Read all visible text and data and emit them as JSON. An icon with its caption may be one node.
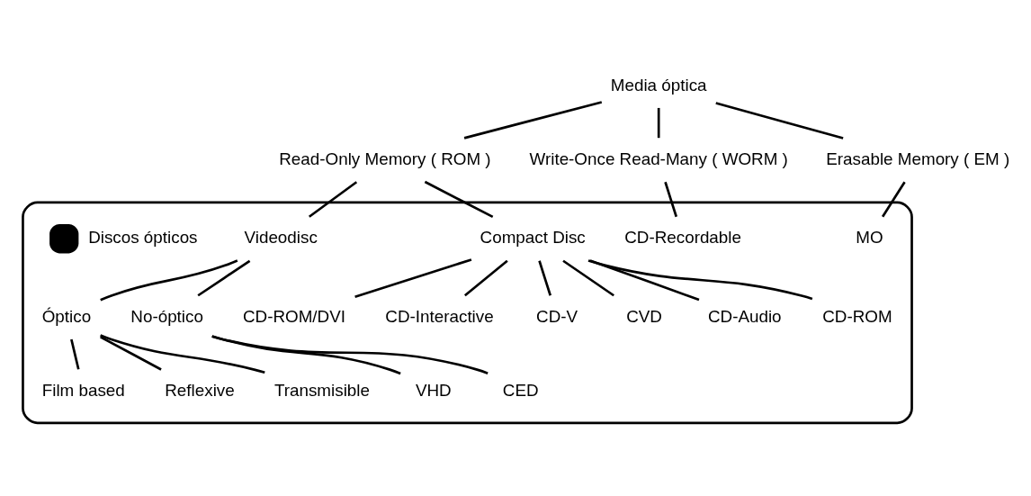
{
  "diagram": {
    "nodes": [
      {
        "text": [
          "Media óptica"
        ]
      },
      {
        "text": [
          "Read-Only Memory ( ROM )"
        ]
      },
      {
        "text": [
          "Write-Once Read-Many ( WORM )"
        ]
      },
      {
        "text": [
          "Erasable Memory ( EM )"
        ]
      },
      {
        "text": [],
        "shape": "box"
      },
      {
        "text": [
          "Videodisc"
        ],
        "in": 4
      },
      {
        "text": [
          "Compact Disc"
        ],
        "in": 4
      },
      {
        "text": [
          "CD-Recordable"
        ],
        "in": 4
      },
      {
        "text": [
          "MO"
        ],
        "in": 4
      },
      {
        "text": [
          "Óptico"
        ],
        "in": 4
      },
      {
        "text": [
          "No-óptico"
        ],
        "in": 4
      },
      {
        "text": [
          "Reflexive"
        ],
        "in": 4
      },
      {
        "text": [
          "Transmisible"
        ],
        "in": 4
      },
      {
        "text": [
          "Film based"
        ],
        "in": 4
      },
      {
        "text": [
          "CED"
        ],
        "in": 4
      },
      {
        "text": [
          "VHD"
        ],
        "in": 4
      },
      {
        "text": [
          "CD-Audio"
        ],
        "in": 4
      },
      {
        "text": [
          "CD-ROM"
        ],
        "in": 4
      },
      {
        "text": [
          "CD-ROM/DVI"
        ],
        "in": 4
      },
      {
        "text": [
          "CD-Interactive"
        ],
        "in": 4
      },
      {
        "text": [
          "CD-V"
        ],
        "in": 4
      },
      {
        "text": [
          "CVD"
        ],
        "in": 4
      }
    ],
    "edges": [
      {
        "from": 0,
        "to": 1,
        "arrow": "none"
      },
      {
        "from": 0,
        "to": 2,
        "arrow": "none"
      },
      {
        "from": 0,
        "to": 3,
        "arrow": "none"
      },
      {
        "from": 1,
        "to": 5,
        "arrow": "none"
      },
      {
        "from": 1,
        "to": 6,
        "arrow": "none"
      },
      {
        "from": 2,
        "to": 7,
        "arrow": "none"
      },
      {
        "from": 3,
        "to": 8,
        "arrow": "none"
      },
      {
        "from": 5,
        "to": 9,
        "arrow": "none"
      },
      {
        "from": 5,
        "to": 10,
        "arrow": "none"
      },
      {
        "from": 9,
        "to": 11,
        "arrow": "none"
      },
      {
        "from": 9,
        "to": 12,
        "arrow": "none"
      },
      {
        "from": 9,
        "to": 13,
        "arrow": "none"
      },
      {
        "from": 10,
        "to": 14,
        "arrow": "none"
      },
      {
        "from": 10,
        "to": 15,
        "arrow": "none"
      },
      {
        "from": 6,
        "to": 16,
        "arrow": "none"
      },
      {
        "from": 6,
        "to": 17,
        "arrow": "none"
      },
      {
        "from": 6,
        "to": 18,
        "arrow": "none"
      },
      {
        "from": 6,
        "to": 19,
        "arrow": "none"
      },
      {
        "from": 6,
        "to": 20,
        "arrow": "none"
      },
      {
        "from": 6,
        "to": 21,
        "arrow": "none"
      }
    ],
    "legend": [
      {
        "text": "Discos ópticos",
        "color": "#000000"
      }
    ]
  }
}
